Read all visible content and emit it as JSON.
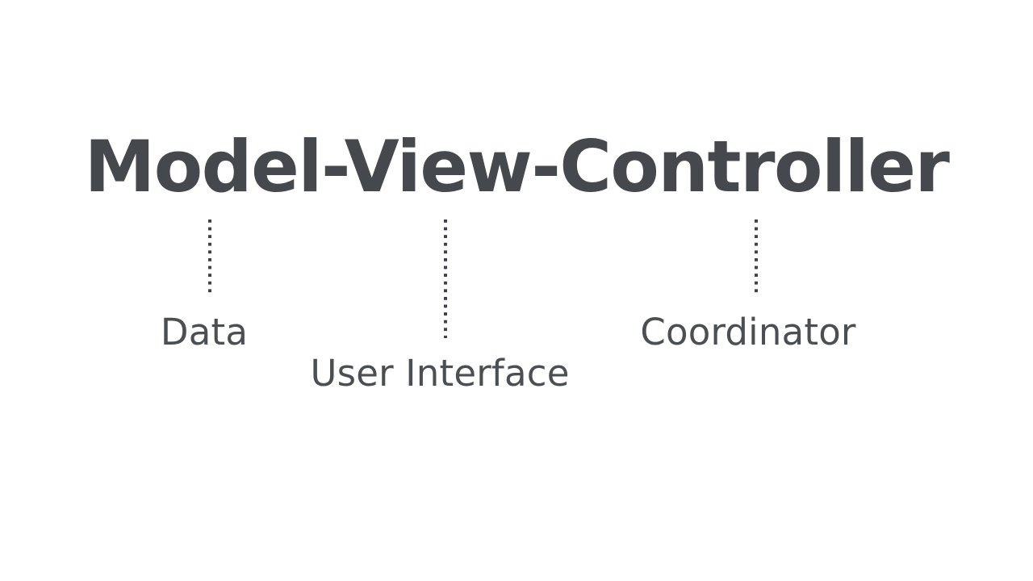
{
  "slide": {
    "background_color": "#ffffff",
    "title": "Model-View-Controller",
    "title_color": "#45484c",
    "label_color": "#4b4e52",
    "connector_color": "#3f4246"
  },
  "diagram": {
    "type": "annotated-term-breakdown",
    "parts": [
      {
        "term": "Model",
        "label": "Data",
        "connector": "dotted-vertical-line"
      },
      {
        "term": "View",
        "label": "User Interface",
        "connector": "dotted-vertical-line"
      },
      {
        "term": "Controller",
        "label": "Coordinator",
        "connector": "dotted-vertical-line"
      }
    ]
  }
}
